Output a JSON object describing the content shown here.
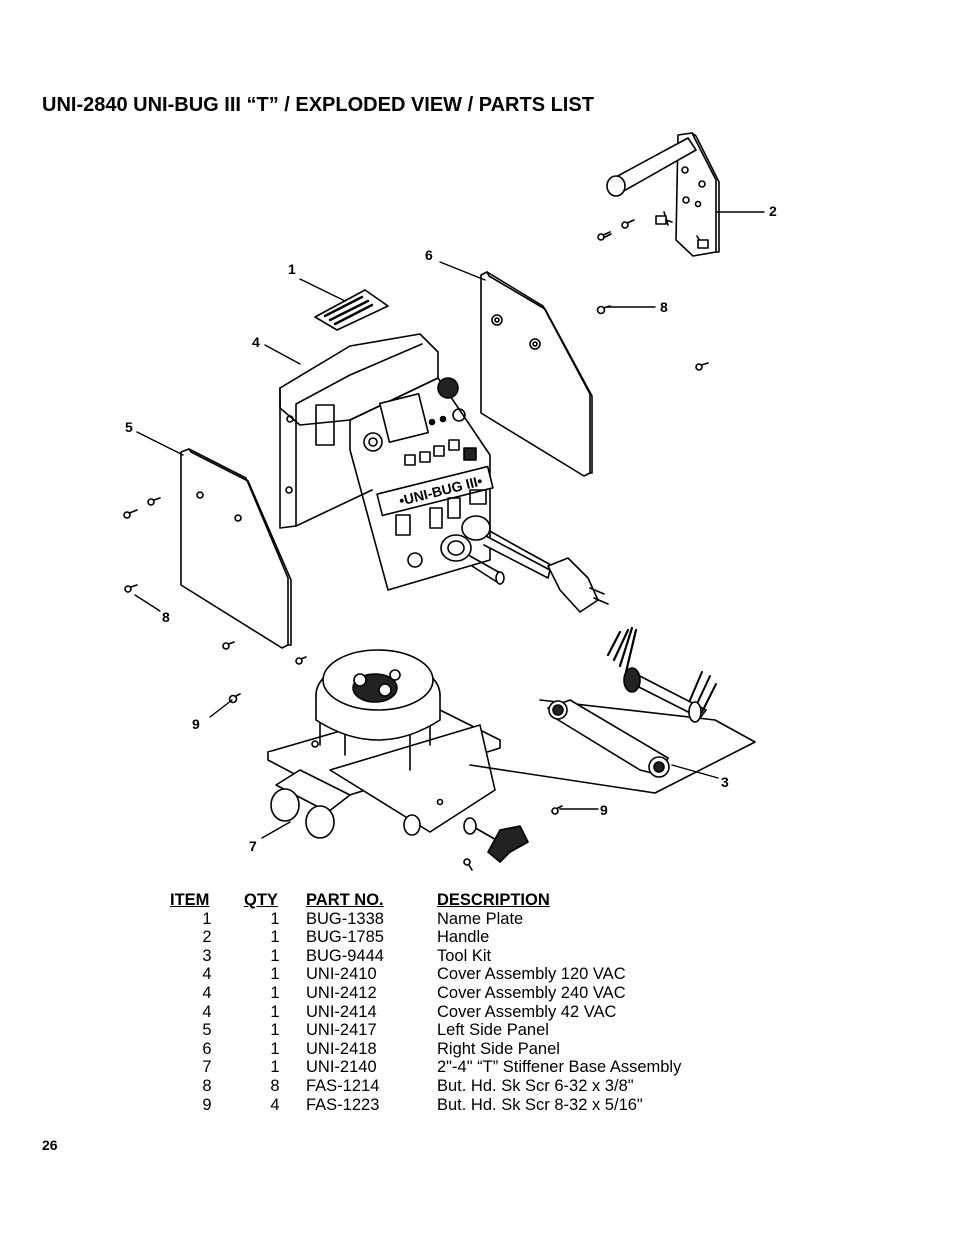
{
  "title": "UNI-2840 UNI-BUG III “T” / EXPLODED VIEW / PARTS LIST",
  "callouts": {
    "c1": "1",
    "c2": "2",
    "c3": "3",
    "c4": "4",
    "c5": "5",
    "c6": "6",
    "c7": "7",
    "c8a": "8",
    "c8b": "8",
    "c9a": "9",
    "c9b": "9"
  },
  "panel_label": "•UNI-BUG III•",
  "table": {
    "headers": [
      "ITEM",
      "QTY",
      "PART NO.",
      "DESCRIPTION"
    ],
    "rows": [
      [
        "1",
        "1",
        "BUG-1338",
        "Name Plate"
      ],
      [
        "2",
        "1",
        "BUG-1785",
        "Handle"
      ],
      [
        "3",
        "1",
        "BUG-9444",
        "Tool Kit"
      ],
      [
        "4",
        "1",
        "UNI-2410",
        "Cover Assembly 120 VAC"
      ],
      [
        "4",
        "1",
        "UNI-2412",
        "Cover Assembly 240 VAC"
      ],
      [
        "4",
        "1",
        "UNI-2414",
        "Cover Assembly 42 VAC"
      ],
      [
        "5",
        "1",
        "UNI-2417",
        "Left Side Panel"
      ],
      [
        "6",
        "1",
        "UNI-2418",
        "Right Side Panel"
      ],
      [
        "7",
        "1",
        "UNI-2140",
        "2\"-4\" “T” Stiffener Base Assembly"
      ],
      [
        "8",
        "8",
        "FAS-1214",
        "But. Hd. Sk Scr 6-32 x 3/8\""
      ],
      [
        "9",
        "4",
        "FAS-1223",
        "But. Hd. Sk Scr 8-32 x 5/16\""
      ]
    ]
  },
  "page_number": "26"
}
